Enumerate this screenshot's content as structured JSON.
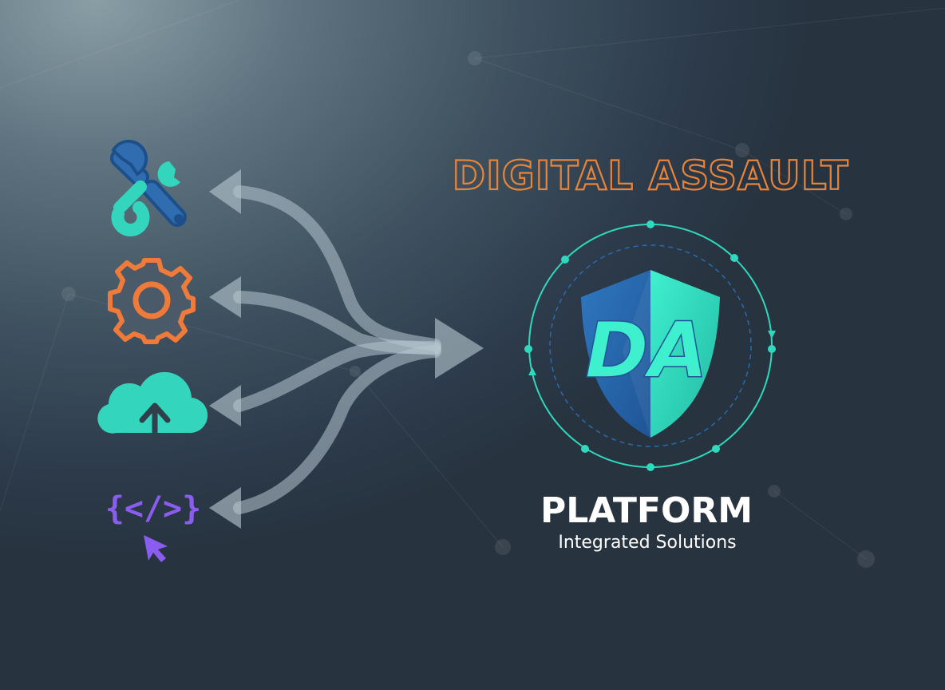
{
  "title": "DIGITAL ASSAULT",
  "logo": {
    "monogram": "DA",
    "name": "PLATFORM",
    "tagline": "Integrated Solutions"
  },
  "code_icon_text": "{</>}",
  "icons": [
    "tools-icon",
    "gear-icon",
    "cloud-upload-icon",
    "code-cursor-icon",
    "shield-logo-icon"
  ],
  "colors": {
    "title_orange": "#e8843a",
    "wrench_blue": "#2f6db0",
    "teal": "#33d6bd",
    "gear_orange": "#f07a3a",
    "code_purple": "#8a5cf0",
    "shield_blue": "#2a6bb0",
    "arrow": "#b7c6cf"
  }
}
